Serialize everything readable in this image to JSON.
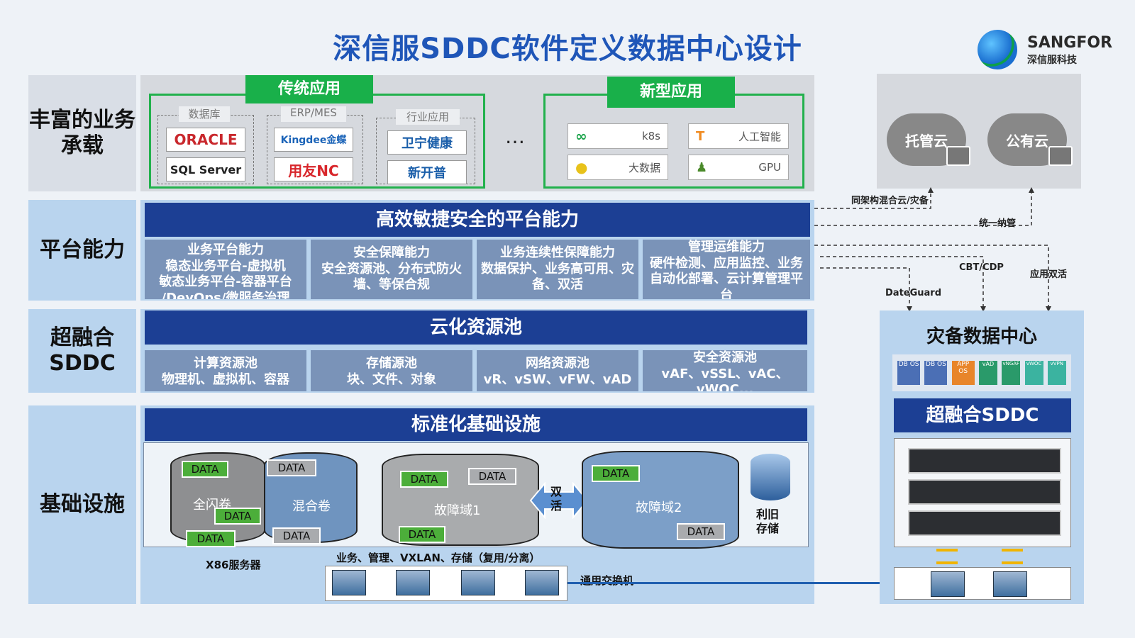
{
  "title": "深信服SDDC软件定义数据中心设计",
  "logo": {
    "brand": "SANGFOR",
    "sub": "深信服科技"
  },
  "rows": {
    "business": "丰富的业务承载",
    "platform": "平台能力",
    "hci": "超融合SDDC",
    "infra": "基础设施"
  },
  "traditional": {
    "tab": "传统应用",
    "cats": [
      "数据库",
      "ERP/MES",
      "行业应用"
    ],
    "logos": [
      "ORACLE",
      "SQL Server",
      "Kingdee金蝶",
      "用友NC",
      "卫宁健康",
      "新开普"
    ],
    "ellipsis": "…"
  },
  "newapps": {
    "tab": "新型应用",
    "items": [
      "k8s",
      "人工智能",
      "大数据",
      "GPU"
    ]
  },
  "clouds": {
    "hosted": "托管云",
    "public": "公有云"
  },
  "links": {
    "hybrid": "同架构混合云/灾备",
    "unified": "统一纳管",
    "cbt": "CBT/CDP",
    "active": "应用双活",
    "dateguard": "DateGuard"
  },
  "platform": {
    "bar": "高效敏捷安全的平台能力",
    "caps": [
      "业务平台能力\n稳态业务平台-虚拟机\n敏态业务平台-容器平台\n/DevOps/微服务治理",
      "安全保障能力\n安全资源池、分布式防火墙、等保合规",
      "业务连续性保障能力\n数据保护、业务高可用、灾备、双活",
      "管理运维能力\n硬件检测、应用监控、业务自动化部署、云计算管理平台"
    ]
  },
  "pool": {
    "bar": "云化资源池",
    "caps": [
      "计算资源池\n物理机、虚拟机、容器",
      "存储源池\n块、文件、对象",
      "网络资源池\nvR、vSW、vFW、vAD",
      "安全资源池\nvAF、vSSL、vAC、vWOC..."
    ]
  },
  "infra": {
    "bar": "标准化基础设施",
    "data": "DATA",
    "allflash": "全闪卷",
    "hybrid": "混合卷",
    "fd1": "故障域1",
    "fd2": "故障域2",
    "dual": "双活",
    "legacy": "利旧存储",
    "x86": "X86服务器",
    "net": "业务、管理、VXLAN、存储（复用/分离）",
    "switch": "通用交换机"
  },
  "dr": {
    "title": "灾备数据中心",
    "icons": [
      "DB OS",
      "DB OS",
      "APP OS",
      "vAD",
      "vNGAF",
      "vWOC",
      "vVPN"
    ],
    "hci": "超融合SDDC"
  },
  "colors": {
    "blue": "#1c3f94",
    "green": "#19b04a",
    "title": "#1f56b8"
  }
}
